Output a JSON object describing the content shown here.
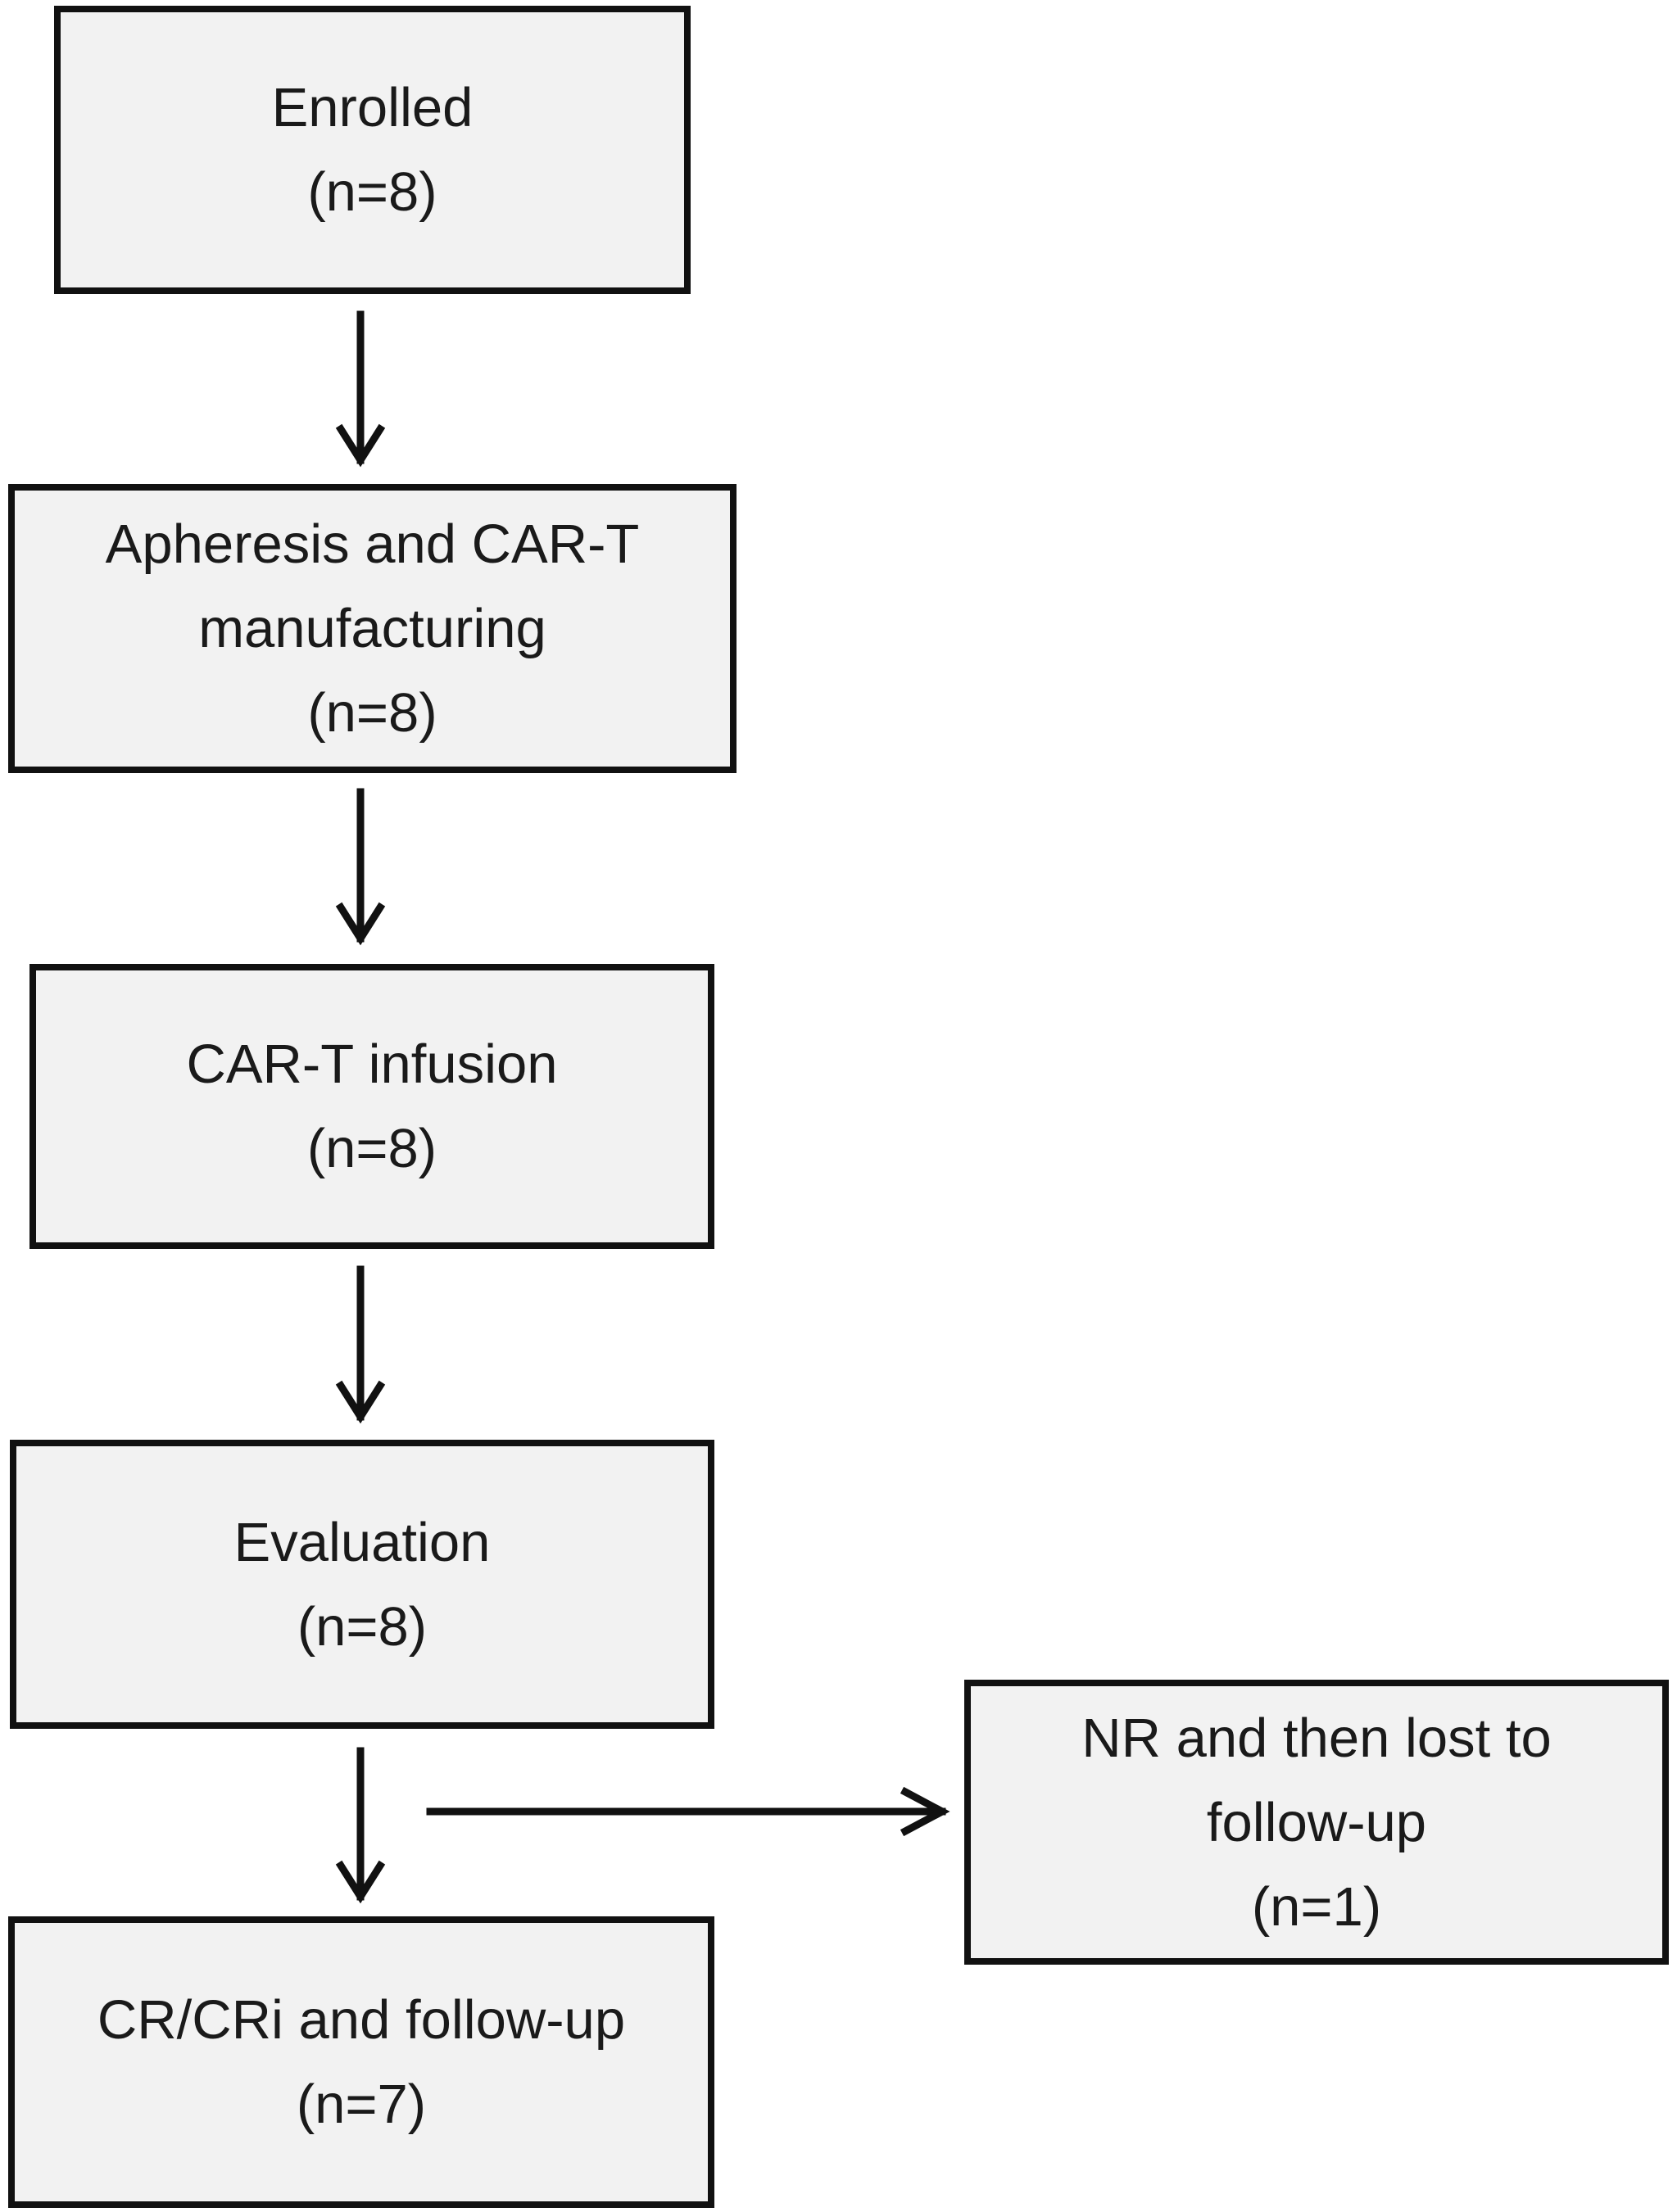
{
  "boxes": {
    "enrolled": {
      "line1": "Enrolled",
      "count": "(n=8)"
    },
    "apheresis": {
      "line1": "Apheresis  and CAR-T",
      "line2": "manufacturing",
      "count": "(n=8)"
    },
    "infusion": {
      "line1": "CAR-T infusion",
      "count": "(n=8)"
    },
    "evaluation": {
      "line1": "Evaluation",
      "count": "(n=8)"
    },
    "response": {
      "line1": "CR/CRi and follow-up",
      "count": "(n=7)"
    },
    "nonresponse": {
      "line1": "NR and then lost to",
      "line2": "follow-up",
      "count": "(n=1)"
    }
  }
}
